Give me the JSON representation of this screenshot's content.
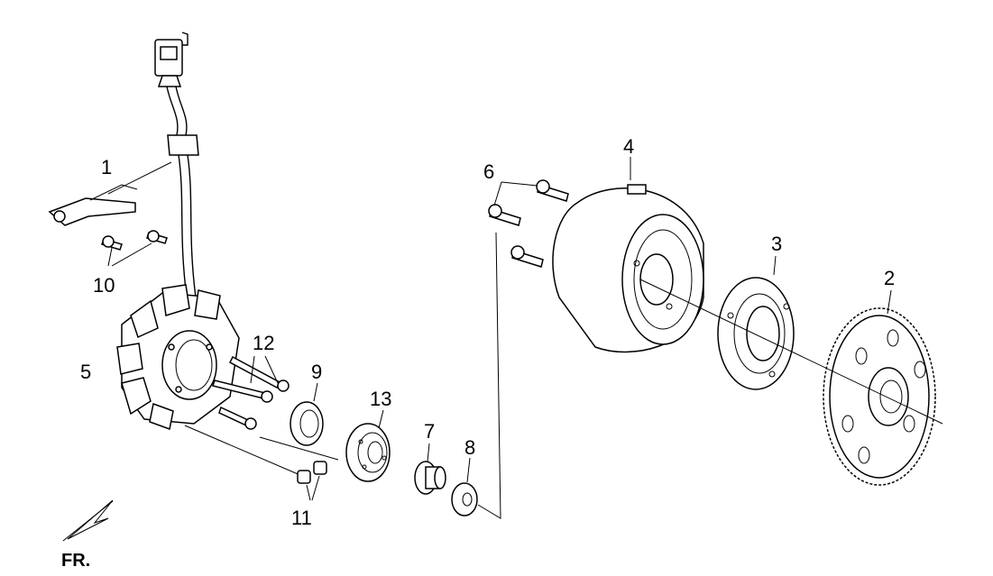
{
  "diagram": {
    "callouts": [
      {
        "id": "1",
        "text": "1"
      },
      {
        "id": "2",
        "text": "2"
      },
      {
        "id": "3",
        "text": "3"
      },
      {
        "id": "4",
        "text": "4"
      },
      {
        "id": "5",
        "text": "5"
      },
      {
        "id": "6",
        "text": "6"
      },
      {
        "id": "7",
        "text": "7"
      },
      {
        "id": "8",
        "text": "8"
      },
      {
        "id": "9",
        "text": "9"
      },
      {
        "id": "10",
        "text": "10"
      },
      {
        "id": "11",
        "text": "11"
      },
      {
        "id": "12",
        "text": "12"
      },
      {
        "id": "13",
        "text": "13"
      }
    ],
    "direction_label": "FR."
  }
}
